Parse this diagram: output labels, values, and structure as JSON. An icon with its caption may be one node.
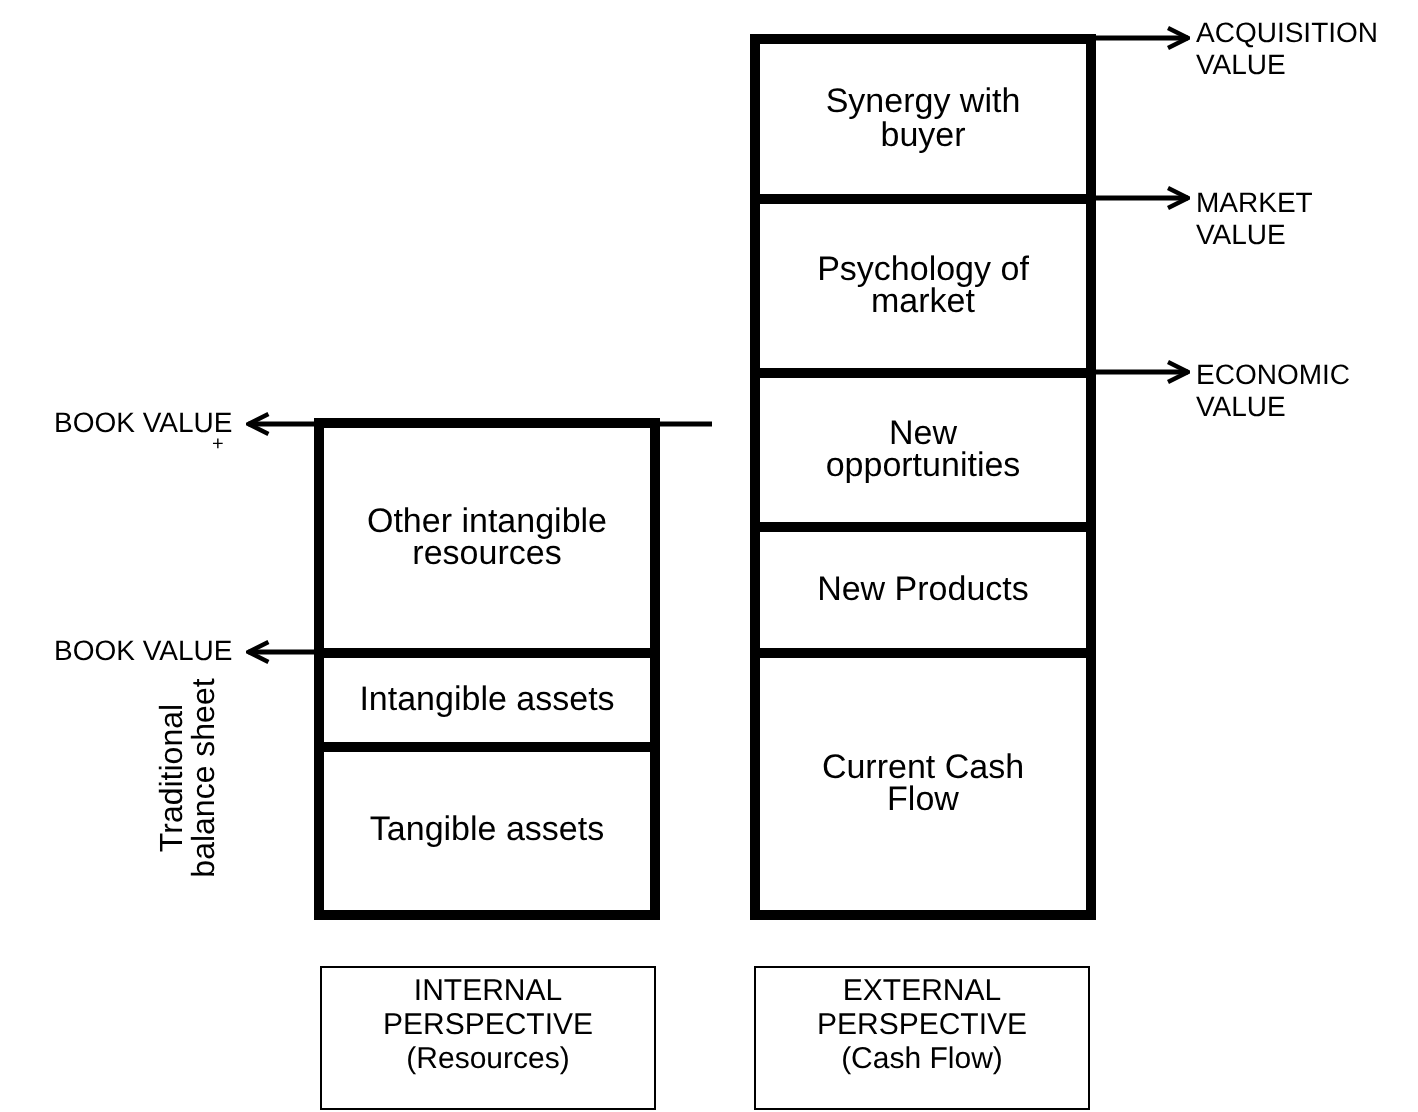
{
  "diagram": {
    "nodes": [
      {
        "text": [
          "Other intangible resources"
        ]
      },
      {
        "text": [
          "Intangible assets"
        ]
      },
      {
        "text": [
          "Tangible assets"
        ]
      },
      {
        "text": [
          "Synergy with buyer"
        ]
      },
      {
        "text": [
          "Psychology of market"
        ]
      },
      {
        "text": [
          "New opportunities"
        ]
      },
      {
        "text": [
          "New Products"
        ]
      },
      {
        "text": [
          "Current Cash Flow"
        ]
      },
      {
        "text": [
          "INTERNAL PERSPECTIVE (Resources)"
        ]
      },
      {
        "text": [
          "EXTERNAL PERSPECTIVE (Cash Flow)"
        ]
      },
      {
        "text": [
          "ACQUISITION VALUE"
        ]
      },
      {
        "text": [
          "MARKET VALUE"
        ]
      },
      {
        "text": [
          "ECONOMIC VALUE"
        ]
      },
      {
        "text": [
          "BOOK VALUE"
        ],
        "beside": [
          "+"
        ]
      },
      {
        "text": [
          "BOOK VALUE"
        ]
      }
    ],
    "edges": [
      {
        "from": 3,
        "to": 10,
        "arrow": "to"
      },
      {
        "from": 3,
        "to": 11,
        "arrow": "to"
      },
      {
        "from": 5,
        "to": 12,
        "arrow": "to"
      },
      {
        "from": null,
        "to": 13,
        "arrow": "to"
      },
      {
        "from": 1,
        "to": 14,
        "arrow": "to"
      }
    ],
    "labels": [
      "Traditional balance sheet"
    ]
  }
}
